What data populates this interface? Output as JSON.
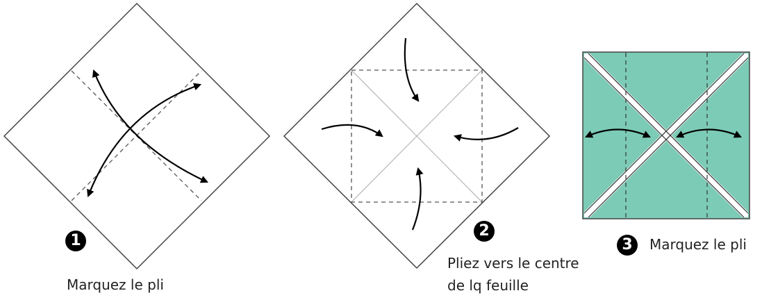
{
  "steps": [
    {
      "number": "1",
      "caption": "Marquez le pli"
    },
    {
      "number": "2",
      "caption_line1": "Pliez vers le centre",
      "caption_line2": "de lq feuille"
    },
    {
      "number": "3",
      "caption": "Marquez le pli"
    }
  ],
  "colors": {
    "paper_front": "#ffffff",
    "paper_back": "#7ccbb6",
    "line": "#000000"
  }
}
